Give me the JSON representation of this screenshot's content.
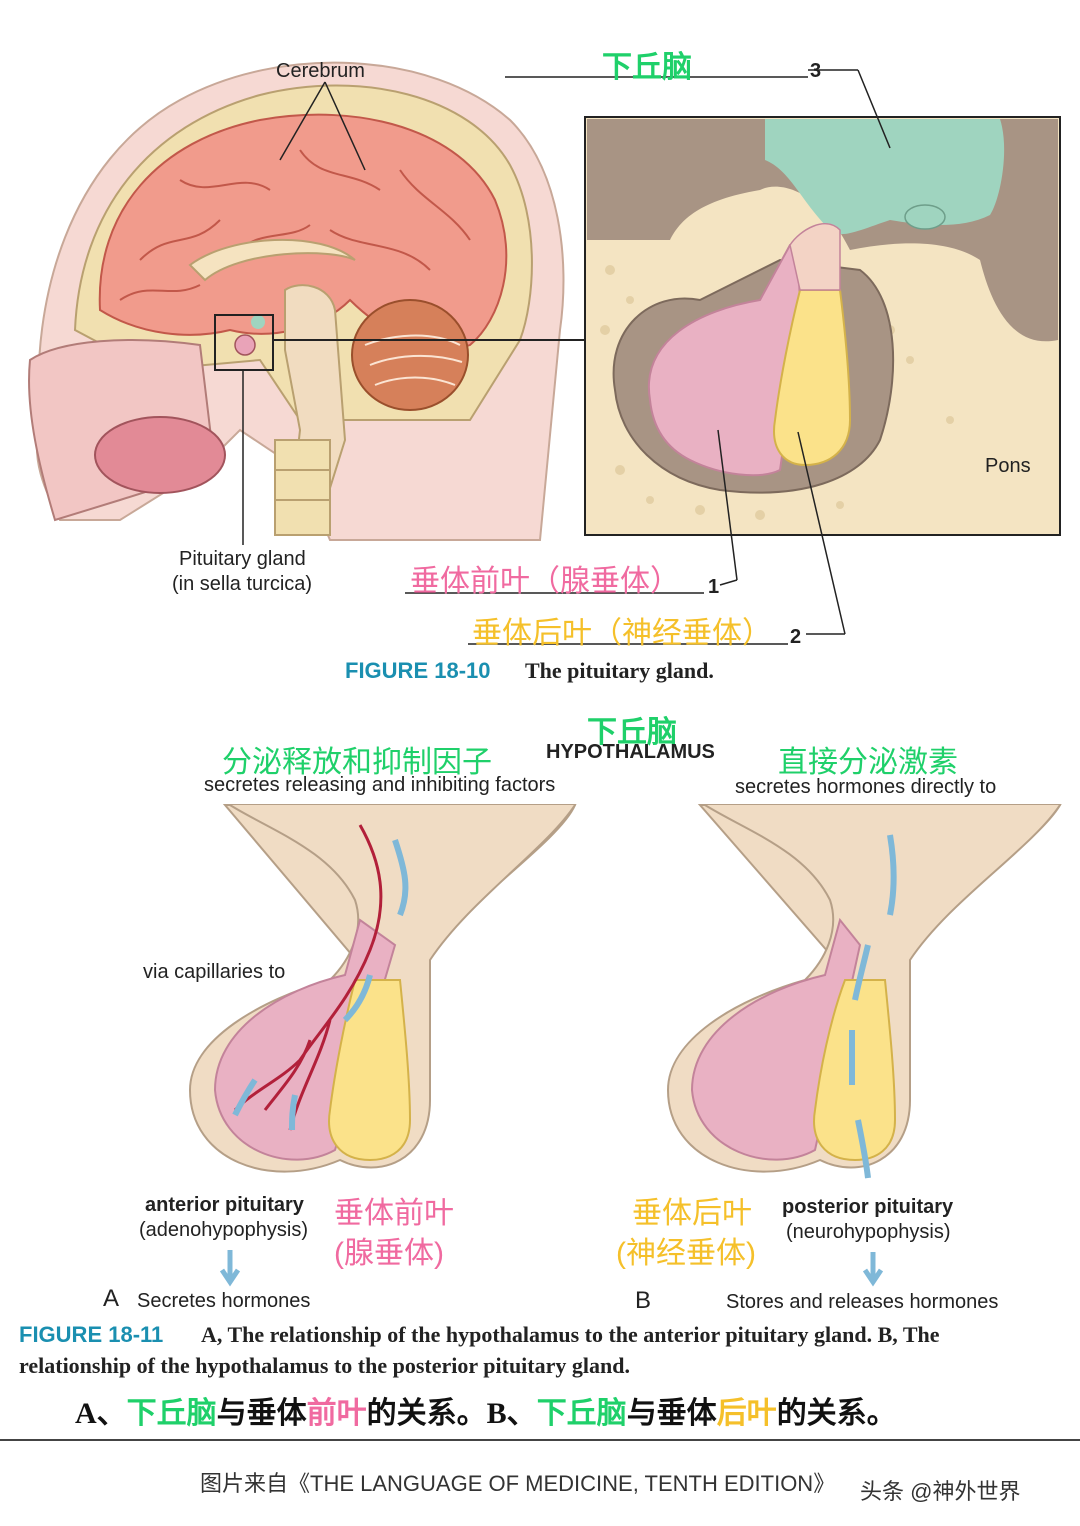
{
  "fig1": {
    "hypothalamus_cn": "下丘脑",
    "label_3": "3",
    "cerebrum": "Cerebrum",
    "pons": "Pons",
    "pituitary_line1": "Pituitary gland",
    "pituitary_line2": "(in sella turcica)",
    "anterior_cn": "垂体前叶（腺垂体）",
    "label_1": "1",
    "posterior_cn": "垂体后叶（神经垂体）",
    "label_2": "2",
    "caption_num": "FIGURE 18-10",
    "caption_text": "The pituitary gland."
  },
  "fig2": {
    "hypothalamus_cn": "下丘脑",
    "hypothalamus_en": "HYPOTHALAMUS",
    "left_cn": "分泌释放和抑制因子",
    "left_en": "secretes releasing and inhibiting factors",
    "right_cn": "直接分泌激素",
    "right_en": "secretes hormones directly to",
    "via": "via capillaries to",
    "ant_en": "anterior pituitary",
    "ant_sub": "(adenohypophysis)",
    "ant_cn1": "垂体前叶",
    "ant_cn2": "(腺垂体)",
    "post_cn1": "垂体后叶",
    "post_cn2": "(神经垂体)",
    "post_en": "posterior pituitary",
    "post_sub": "(neurohypophysis)",
    "a_letter": "A",
    "a_text": "Secretes hormones",
    "b_letter": "B",
    "b_text": "Stores and releases hormones",
    "caption_num": "FIGURE 18-11",
    "caption_line1": "A, The relationship of the hypothalamus to the anterior pituitary gland. B, The",
    "caption_line2": "relationship of the hypothalamus to the posterior pituitary gland."
  },
  "summary": {
    "p1": "A、",
    "p2": "下丘脑",
    "p3": "与垂体",
    "p4": "前叶",
    "p5": "的关系。B、",
    "p6": "下丘脑",
    "p7": "与垂体",
    "p8": "后叶",
    "p9": "的关系。"
  },
  "footer": {
    "source": "图片来自《THE LANGUAGE OF MEDICINE, TENTH EDITION》",
    "watermark": "头条 @神外世界"
  },
  "colors": {
    "green": "#1fd06a",
    "pink": "#f06aa0",
    "yellow": "#f5c02a",
    "teal": "#1a8fb0"
  }
}
